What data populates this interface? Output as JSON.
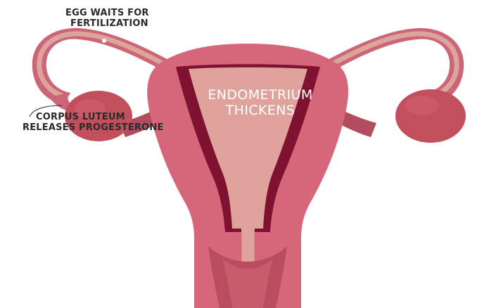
{
  "labels": {
    "egg": [
      "EGG WAITS FOR",
      "FERTILIZATION"
    ],
    "corpus": [
      "CORPUS LUTEUM",
      "RELEASES PROGESTERONE"
    ],
    "endometrium": [
      "ENDOMETRIUM",
      "THICKENS"
    ]
  },
  "colors": {
    "tube_outer": "#cc6677",
    "tube_inner": "#dda49e",
    "ovary": "#c24f5c",
    "uterus_wall": "#d6677a",
    "uterus_inner": "#dfa39c",
    "endometrium": "#7e1230",
    "cervix": "#b94d60",
    "ligament": "#b14d5e",
    "label_dark": "#2a2a2a",
    "label_light": "#ffffff"
  }
}
